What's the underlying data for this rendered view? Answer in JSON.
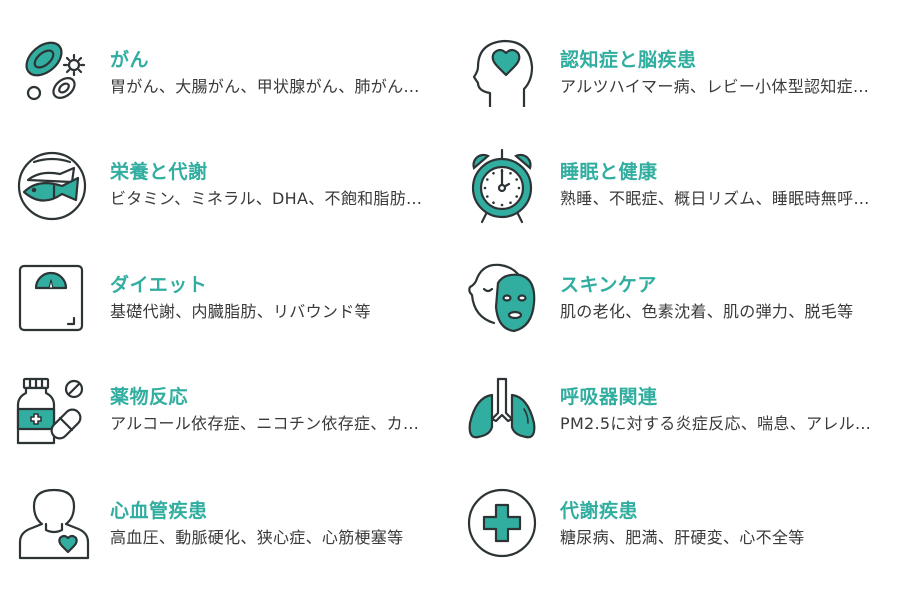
{
  "colors": {
    "accent": "#31aea0",
    "icon_stroke": "#2d3436",
    "text": "#3a3a3a",
    "background": "#ffffff"
  },
  "categories": [
    {
      "title": "がん",
      "description": "胃がん、大腸がん、甲状腺がん、肺がん…",
      "icon": "cells-icon"
    },
    {
      "title": "認知症と脳疾患",
      "description": "アルツハイマー病、レビー小体型認知症…",
      "icon": "head-heart-icon"
    },
    {
      "title": "栄養と代謝",
      "description": "ビタミン、ミネラル、DHA、不飽和脂肪…",
      "icon": "fish-plate-icon"
    },
    {
      "title": "睡眠と健康",
      "description": "熟睡、不眠症、概日リズム、睡眠時無呼…",
      "icon": "alarm-clock-icon"
    },
    {
      "title": "ダイエット",
      "description": "基礎代謝、内臓脂肪、リバウンド等",
      "icon": "scale-icon"
    },
    {
      "title": "スキンケア",
      "description": "肌の老化、色素沈着、肌の弾力、脱毛等",
      "icon": "face-mask-icon"
    },
    {
      "title": "薬物反応",
      "description": "アルコール依存症、ニコチン依存症、カ…",
      "icon": "medicine-bottle-icon"
    },
    {
      "title": "呼吸器関連",
      "description": "PM2.5に対する炎症反応、喘息、アレル…",
      "icon": "lungs-icon"
    },
    {
      "title": "心血管疾患",
      "description": "高血圧、動脈硬化、狭心症、心筋梗塞等",
      "icon": "person-heart-icon"
    },
    {
      "title": "代謝疾患",
      "description": "糖尿病、肥満、肝硬変、心不全等",
      "icon": "medical-cross-icon"
    }
  ]
}
